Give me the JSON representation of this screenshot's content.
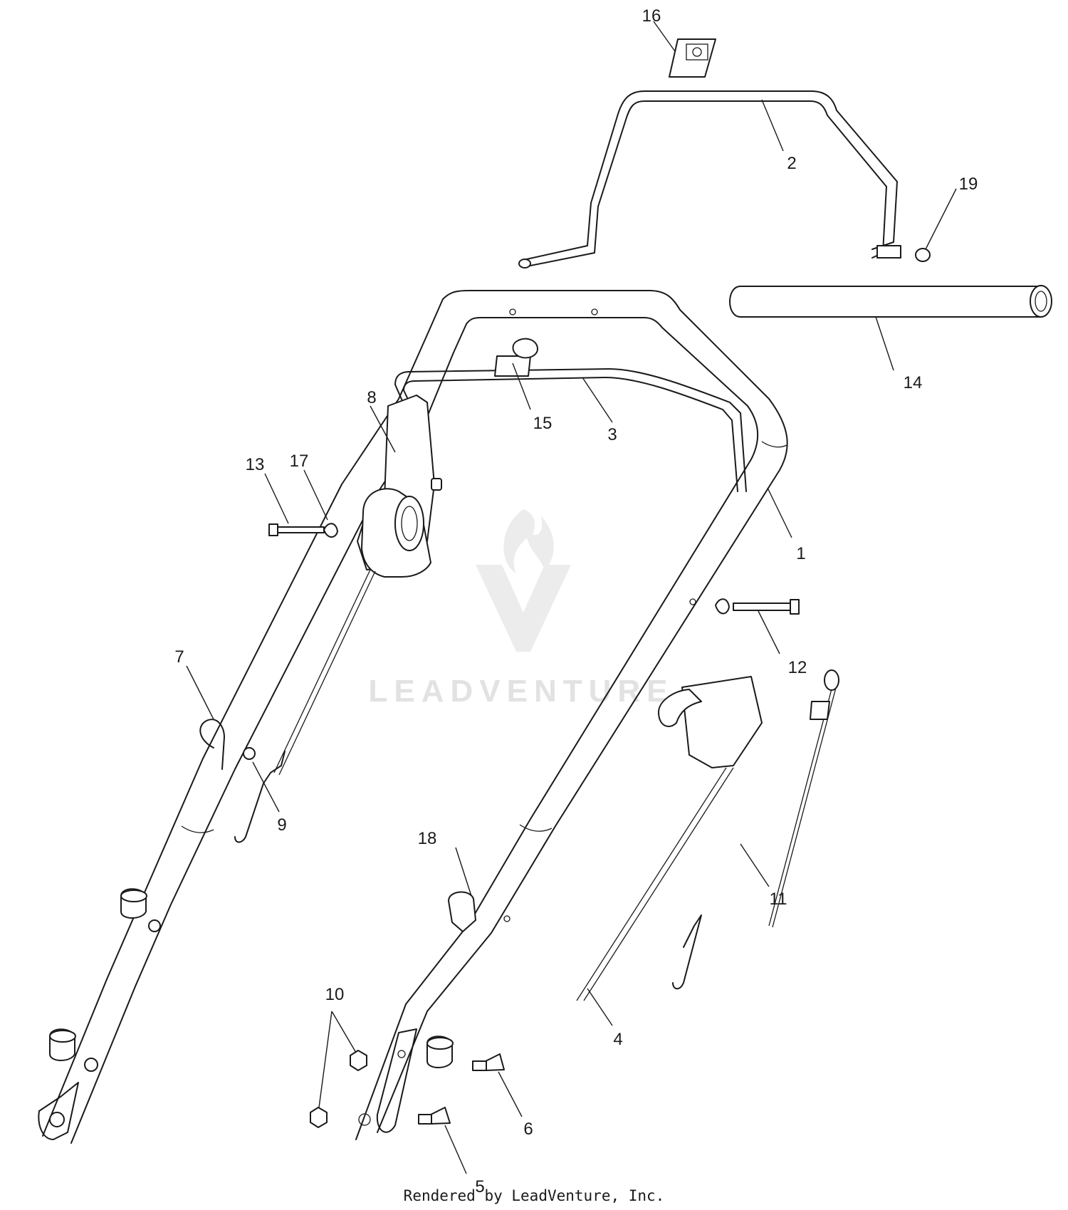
{
  "callouts": [
    {
      "id": "1",
      "label": "1"
    },
    {
      "id": "2",
      "label": "2"
    },
    {
      "id": "3",
      "label": "3"
    },
    {
      "id": "4",
      "label": "4"
    },
    {
      "id": "5",
      "label": "5"
    },
    {
      "id": "6",
      "label": "6"
    },
    {
      "id": "7",
      "label": "7"
    },
    {
      "id": "8",
      "label": "8"
    },
    {
      "id": "9",
      "label": "9"
    },
    {
      "id": "10",
      "label": "10"
    },
    {
      "id": "11",
      "label": "11"
    },
    {
      "id": "12",
      "label": "12"
    },
    {
      "id": "13",
      "label": "13"
    },
    {
      "id": "14",
      "label": "14"
    },
    {
      "id": "15",
      "label": "15"
    },
    {
      "id": "16",
      "label": "16"
    },
    {
      "id": "17",
      "label": "17"
    },
    {
      "id": "18",
      "label": "18"
    },
    {
      "id": "19",
      "label": "19"
    }
  ],
  "watermark": {
    "text": "LEADVENTURE"
  },
  "footer": {
    "text": "Rendered by LeadVenture, Inc."
  }
}
